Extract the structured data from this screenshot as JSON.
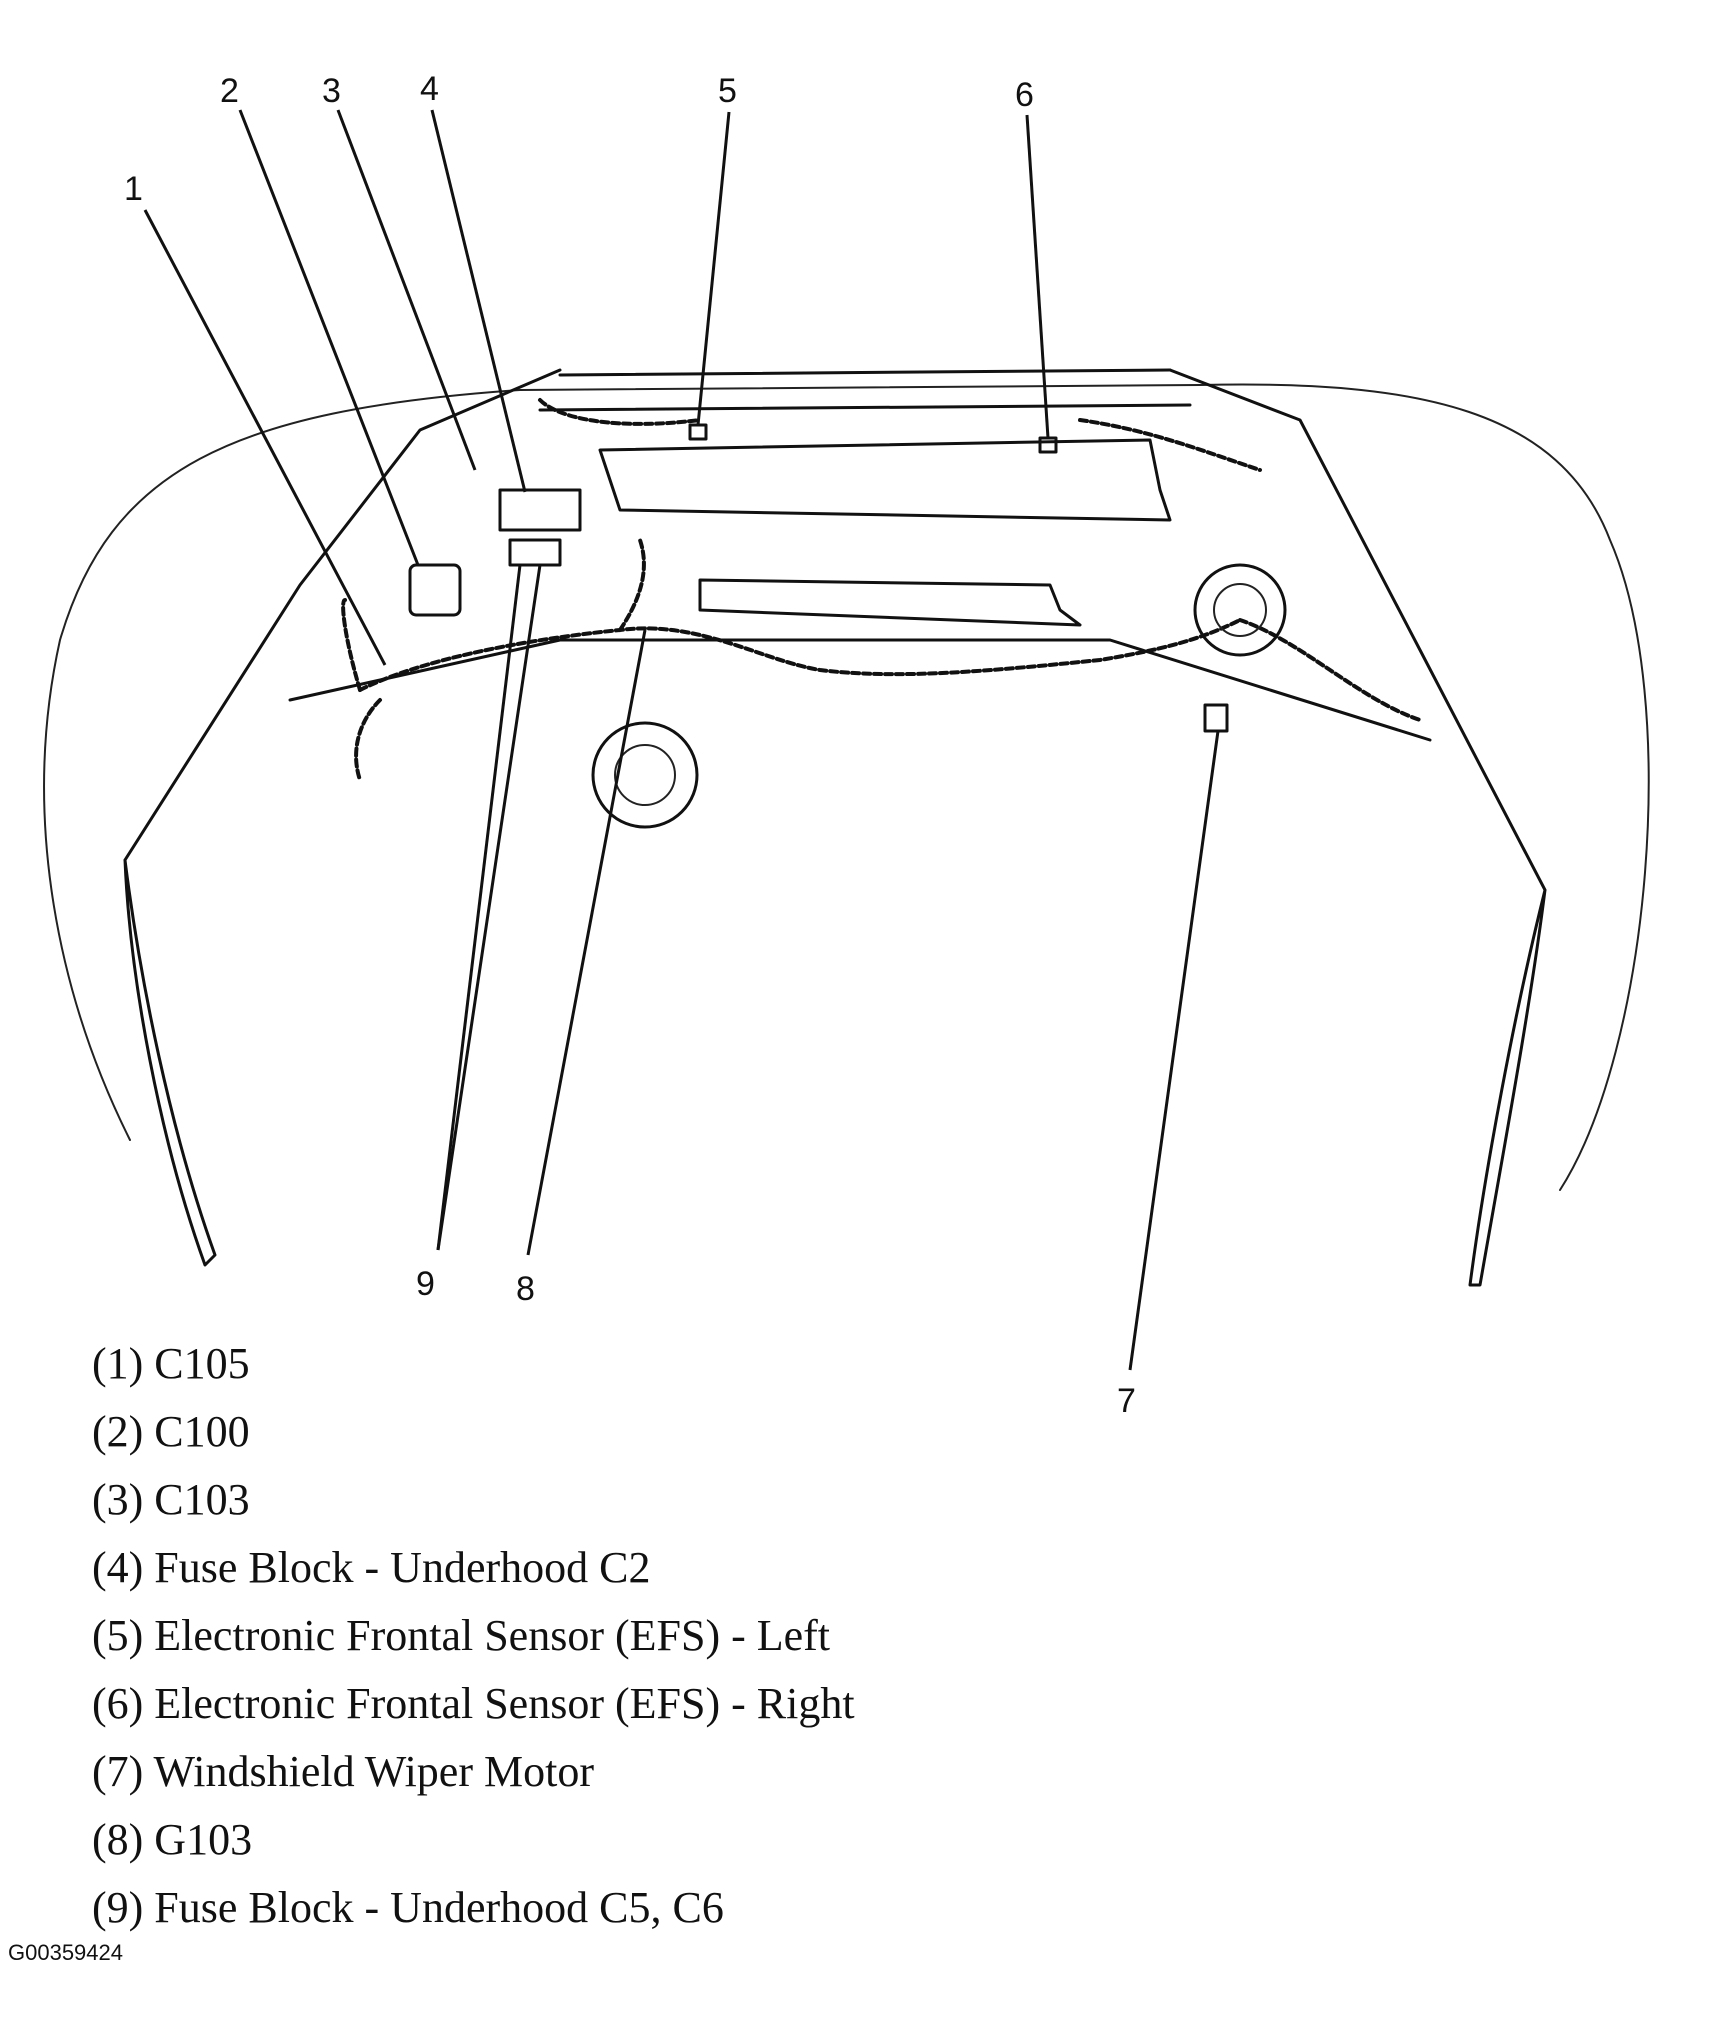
{
  "callouts": {
    "c1": "1",
    "c2": "2",
    "c3": "3",
    "c4": "4",
    "c5": "5",
    "c6": "6",
    "c7": "7",
    "c8": "8",
    "c9": "9"
  },
  "legend": [
    "(1) C105",
    "(2) C100",
    "(3) C103",
    "(4) Fuse Block - Underhood C2",
    "(5) Electronic Frontal Sensor (EFS) - Left",
    "(6) Electronic Frontal Sensor (EFS) - Right",
    "(7) Windshield Wiper Motor",
    "(8) G103",
    "(9) Fuse Block - Underhood C5, C6"
  ],
  "figure_id": "G00359424"
}
